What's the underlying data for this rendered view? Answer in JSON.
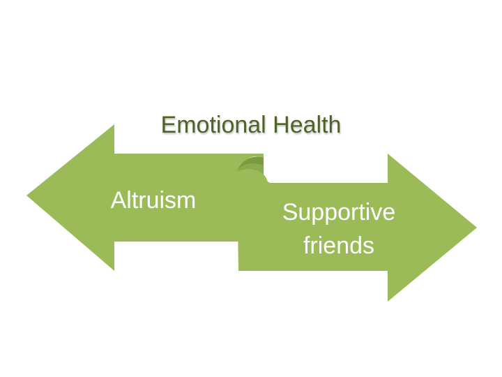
{
  "title": "Emotional Health",
  "left_arrow": {
    "label": "Altruism"
  },
  "right_arrow": {
    "label_line1": "Supportive",
    "label_line2": "friends"
  },
  "colors": {
    "arrow_fill": "#9bbb59",
    "arrow_fold": "#7a9a3e",
    "title_color": "#4f6228",
    "label_color": "#ffffff"
  }
}
